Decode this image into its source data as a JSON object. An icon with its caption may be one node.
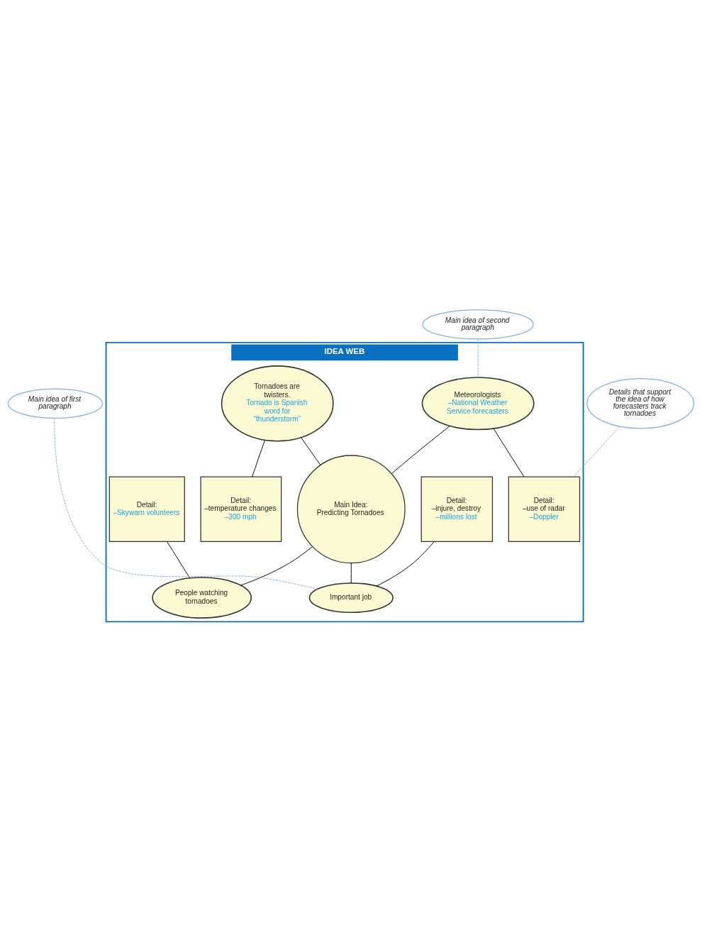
{
  "diagram": {
    "nodes": [
      {
        "text": [
          "IDEA WEB"
        ]
      },
      {
        "text": [
          "Tornadoes are twisters.",
          "Tornado is Spanish word for “thunderstorm”"
        ],
        "in": 0
      },
      {
        "text": [
          "Meteorologists",
          "–National Weather Service forecasters"
        ],
        "in": 0
      },
      {
        "text": [
          "Detail:",
          "–temperature changes",
          "–300 mph"
        ],
        "in": 0
      },
      {
        "text": [
          "Detail:",
          "–use of radar",
          "–Doppler"
        ],
        "in": 0
      },
      {
        "text": [
          "Main Idea:",
          "Predicting Tornadoes"
        ],
        "in": 0
      },
      {
        "text": [
          "Detail:",
          "–injure, destroy",
          "–millions lost"
        ],
        "in": 0
      },
      {
        "text": [
          "Detail:",
          "–Skywarn volunteers"
        ],
        "in": 0
      },
      {
        "text": [
          "Important job"
        ],
        "in": 0
      },
      {
        "text": [
          "People watching tornadoes"
        ],
        "in": 0
      },
      {
        "text": [
          "Main idea of second paragraph"
        ]
      },
      {
        "text": [
          "Main idea of first paragraph"
        ]
      },
      {
        "text": [
          "Details that support the idea of how forecasters track tornadoes"
        ]
      }
    ],
    "edges": [
      {
        "from": 1,
        "to": 3,
        "arrow": "none"
      },
      {
        "from": 2,
        "to": 4,
        "arrow": "none"
      },
      {
        "from": 1,
        "to": 5,
        "arrow": "none"
      },
      {
        "from": 2,
        "to": 5,
        "arrow": "none"
      },
      {
        "from": 5,
        "to": 8,
        "arrow": "none"
      },
      {
        "from": 5,
        "to": 9,
        "arrow": "none"
      },
      {
        "from": 6,
        "to": 8,
        "arrow": "none"
      },
      {
        "from": 7,
        "to": 9,
        "arrow": "none"
      },
      {
        "from": 10,
        "to": 2,
        "arrow": "none",
        "style": "dashed",
        "color": "#7fb2e0"
      },
      {
        "from": 11,
        "to": 8,
        "arrow": "none",
        "style": "dashed",
        "color": "#7fb2e0"
      },
      {
        "from": 12,
        "to": 4,
        "arrow": "none",
        "style": "dashed",
        "color": "#7fb2e0"
      }
    ]
  }
}
